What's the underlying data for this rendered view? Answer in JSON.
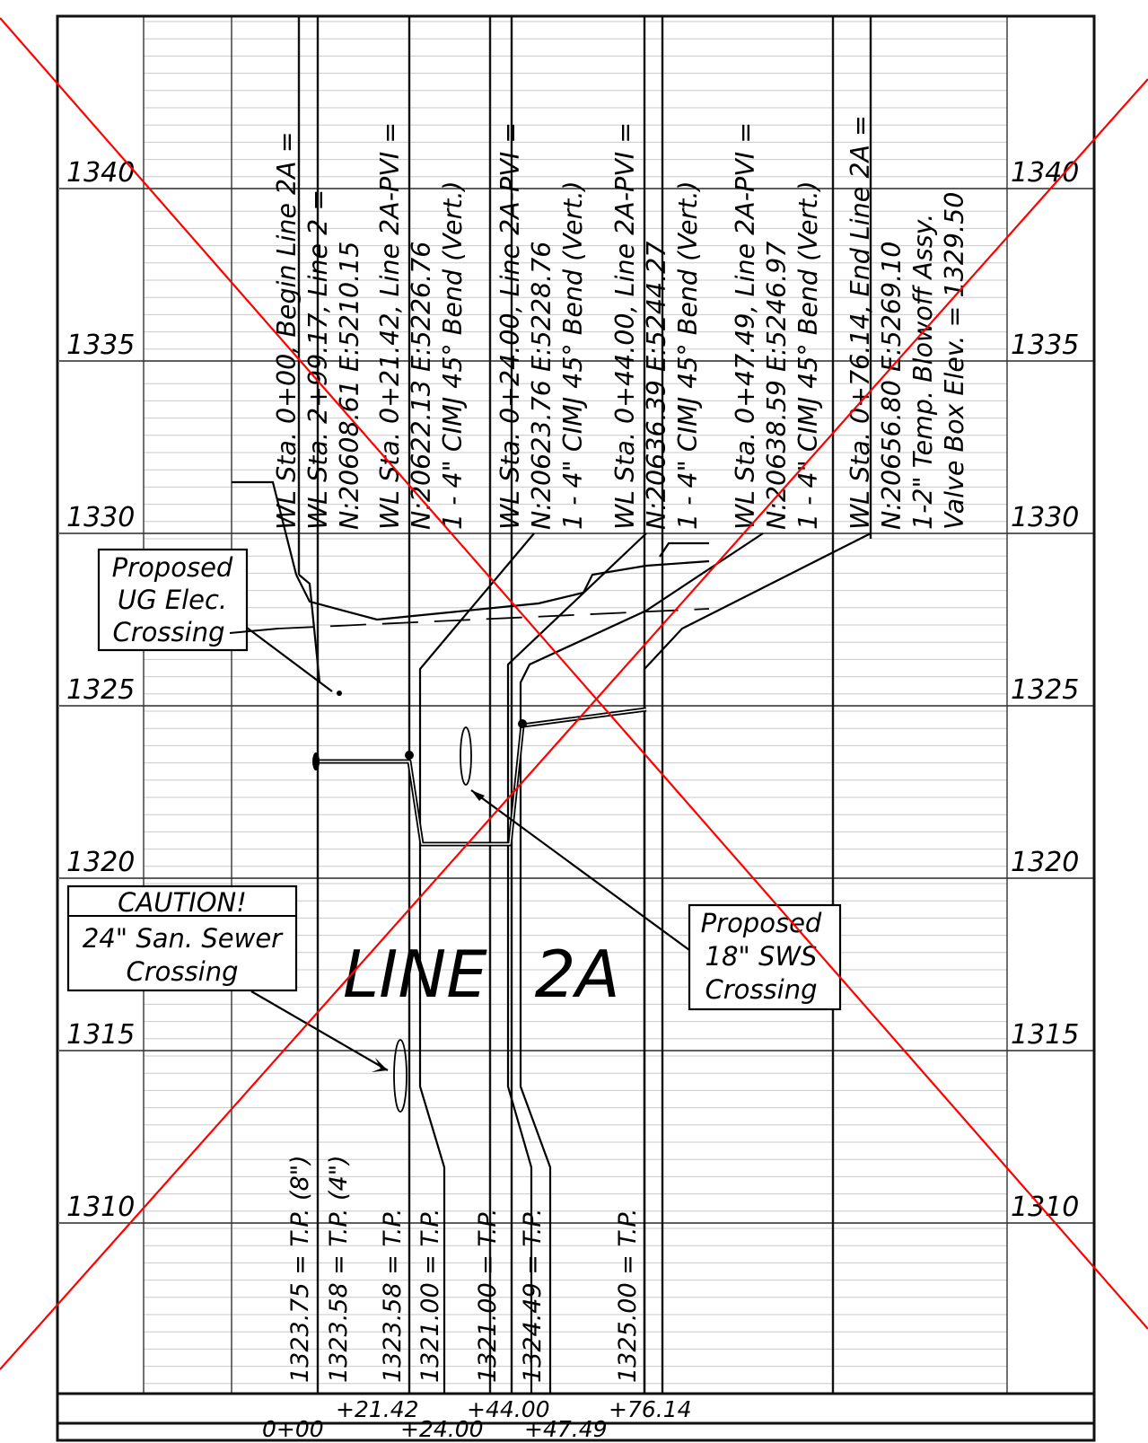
{
  "elevation_labels": [
    "1340",
    "1335",
    "1330",
    "1325",
    "1320",
    "1315",
    "1310"
  ],
  "station_notes": {
    "begin": "WL Sta. 0+00, Begin Line 2A =",
    "line2_a": "WL Sta. 2+99.17, Line 2 =",
    "line2_b": "N:20608.61  E:5210.15",
    "pvi1_a": "WL Sta. 0+21.42, Line 2A-PVI =",
    "pvi1_b": "N:20622.13  E:5226.76",
    "pvi1_c": "1 - 4\" CIMJ 45° Bend (Vert.)",
    "pvi2_a": "WL Sta. 0+24.00, Line 2A-PVI =",
    "pvi2_b": "N:20623.76  E:5228.76",
    "pvi2_c": "1 - 4\" CIMJ 45° Bend (Vert.)",
    "pvi3_a": "WL Sta. 0+44.00, Line 2A-PVI =",
    "pvi3_b": "N:20636.39  E:5244.27",
    "pvi3_c": "1 - 4\" CIMJ 45° Bend (Vert.)",
    "pvi4_a": "WL Sta. 0+47.49, Line 2A-PVI =",
    "pvi4_b": "N:20638.59  E:5246.97",
    "pvi4_c": "1 - 4\" CIMJ 45° Bend (Vert.)",
    "end_a": "WL Sta. 0+76.14, End Line 2A =",
    "end_b": "N:20656.80  E:5269.10",
    "end_c": "1-2\" Temp. Blowoff Assy.",
    "end_d": "Valve Box Elev. = 1329.50"
  },
  "tp_labels": {
    "tp1": "1323.75 = T.P. (8\")",
    "tp2": "1323.58 = T.P. (4\")",
    "tp3": "1323.58 = T.P.",
    "tp4": "1321.00 = T.P.",
    "tp5": "1321.00 = T.P.",
    "tp6": "1324.49 = T.P.",
    "tp7": "1325.00 = T.P."
  },
  "callouts": {
    "elec": [
      "Proposed",
      "UG Elec.",
      "Crossing"
    ],
    "caution_title": "CAUTION!",
    "caution_body": [
      "24\" San. Sewer",
      "Crossing"
    ],
    "sws": [
      "Proposed",
      "18\" SWS",
      "Crossing"
    ]
  },
  "drawing_title": "LINE 2A",
  "stations": {
    "s0": "0+00",
    "s1": "+21.42",
    "s2": "+24.00",
    "s3": "+44.00",
    "s4": "+47.49",
    "s5": "+76.14"
  }
}
